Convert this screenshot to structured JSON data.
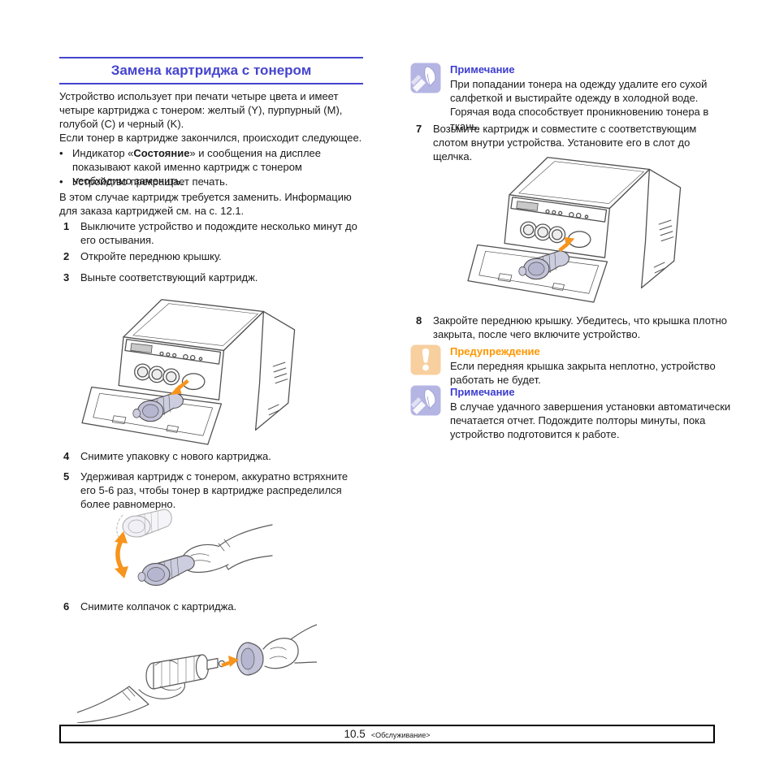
{
  "title": "Замена картриджа с тонером",
  "colors": {
    "accent_blue": "#4544cf",
    "note_heading_blue": "#3c3cd0",
    "warning_heading_orange": "#ff9600",
    "note_icon_bg": "#b5b5e4",
    "warning_icon_bg": "#f8cf9e",
    "arrow_orange": "#f7941d"
  },
  "left": {
    "para1": "Устройство использует при печати четыре цвета и имеет четыре картриджа с тонером: желтый (Y), пурпурный (M), голубой (C) и черный (K).",
    "para2": "Если тонер в картридже закончился, происходит следующее.",
    "bullet_marker": "•",
    "bullet1": {
      "pre": "Индикатор «",
      "bold": "Состояние",
      "post": "» и сообщения на дисплее показывают какой именно картридж с тонером необходимо заменить."
    },
    "bullet2": "Устройство прекращает печать.",
    "para3": "В этом случае картридж требуется заменить. Информацию для заказа картриджей см. на с. 12.1.",
    "steps": [
      {
        "num": "1",
        "text": "Выключите устройство и подождите несколько минут до его остывания."
      },
      {
        "num": "2",
        "text": "Откройте переднюю крышку."
      },
      {
        "num": "3",
        "text": "Выньте соответствующий картридж."
      },
      {
        "num": "4",
        "text": "Снимите упаковку с нового картриджа."
      },
      {
        "num": "5",
        "text": "Удерживая картридж с тонером, аккуратно встряхните его 5-6 раз, чтобы тонер в картридже распределился более равномерно."
      },
      {
        "num": "6",
        "text": "Снимите колпачок с картриджа."
      }
    ]
  },
  "right": {
    "note1": {
      "heading": "Примечание",
      "text": "При попадании тонера на одежду удалите его сухой салфеткой и выстирайте одежду в холодной воде. Горячая вода способствует проникновению тонера в ткань."
    },
    "steps": [
      {
        "num": "7",
        "text": "Возьмите картридж и совместите с соответствующим слотом внутри устройства. Установите его в слот до щелчка."
      },
      {
        "num": "8",
        "text": "Закройте переднюю крышку. Убедитесь, что крышка плотно закрыта, после чего включите устройство."
      }
    ],
    "warning": {
      "heading": "Предупреждение",
      "text": "Если передняя крышка закрыта неплотно, устройство работать не будет."
    },
    "note2": {
      "heading": "Примечание",
      "text": "В случае удачного завершения установки автоматически печатается отчет. Подождите полторы минуты, пока устройство подготовится к работе."
    }
  },
  "footer": {
    "page_number": "10.5",
    "section_label": "<Обслуживание>"
  }
}
